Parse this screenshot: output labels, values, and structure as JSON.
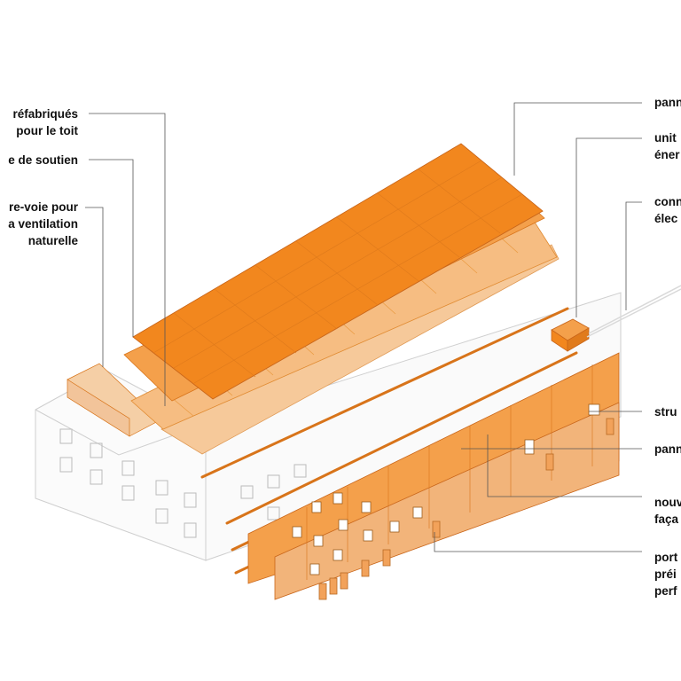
{
  "colors": {
    "panel_dark": "#f2871e",
    "panel_mid": "#f4a04b",
    "panel_light": "#f6bd82",
    "panel_pale": "#f5cfa6",
    "grid_line": "#d8741a",
    "building_line": "#cfcfcf",
    "leader_line": "#555555"
  },
  "labels_left": [
    {
      "id": "prefab-roof",
      "lines": [
        "réfabriqués",
        "pour le toit"
      ]
    },
    {
      "id": "support",
      "lines": [
        "e de soutien"
      ]
    },
    {
      "id": "ventilation",
      "lines": [
        "re-voie pour",
        "a ventilation",
        "naturelle"
      ]
    }
  ],
  "labels_right": [
    {
      "id": "panels-top",
      "lines": [
        "pann"
      ]
    },
    {
      "id": "energy-unit",
      "lines": [
        "unit",
        "éner"
      ]
    },
    {
      "id": "electric",
      "lines": [
        "conn",
        "élec"
      ]
    },
    {
      "id": "structure",
      "lines": [
        "stru"
      ]
    },
    {
      "id": "panels-facade",
      "lines": [
        "pann"
      ]
    },
    {
      "id": "new-facade",
      "lines": [
        "nouv",
        "faça"
      ]
    },
    {
      "id": "doors",
      "lines": [
        "port",
        "préi",
        "perf"
      ]
    }
  ]
}
